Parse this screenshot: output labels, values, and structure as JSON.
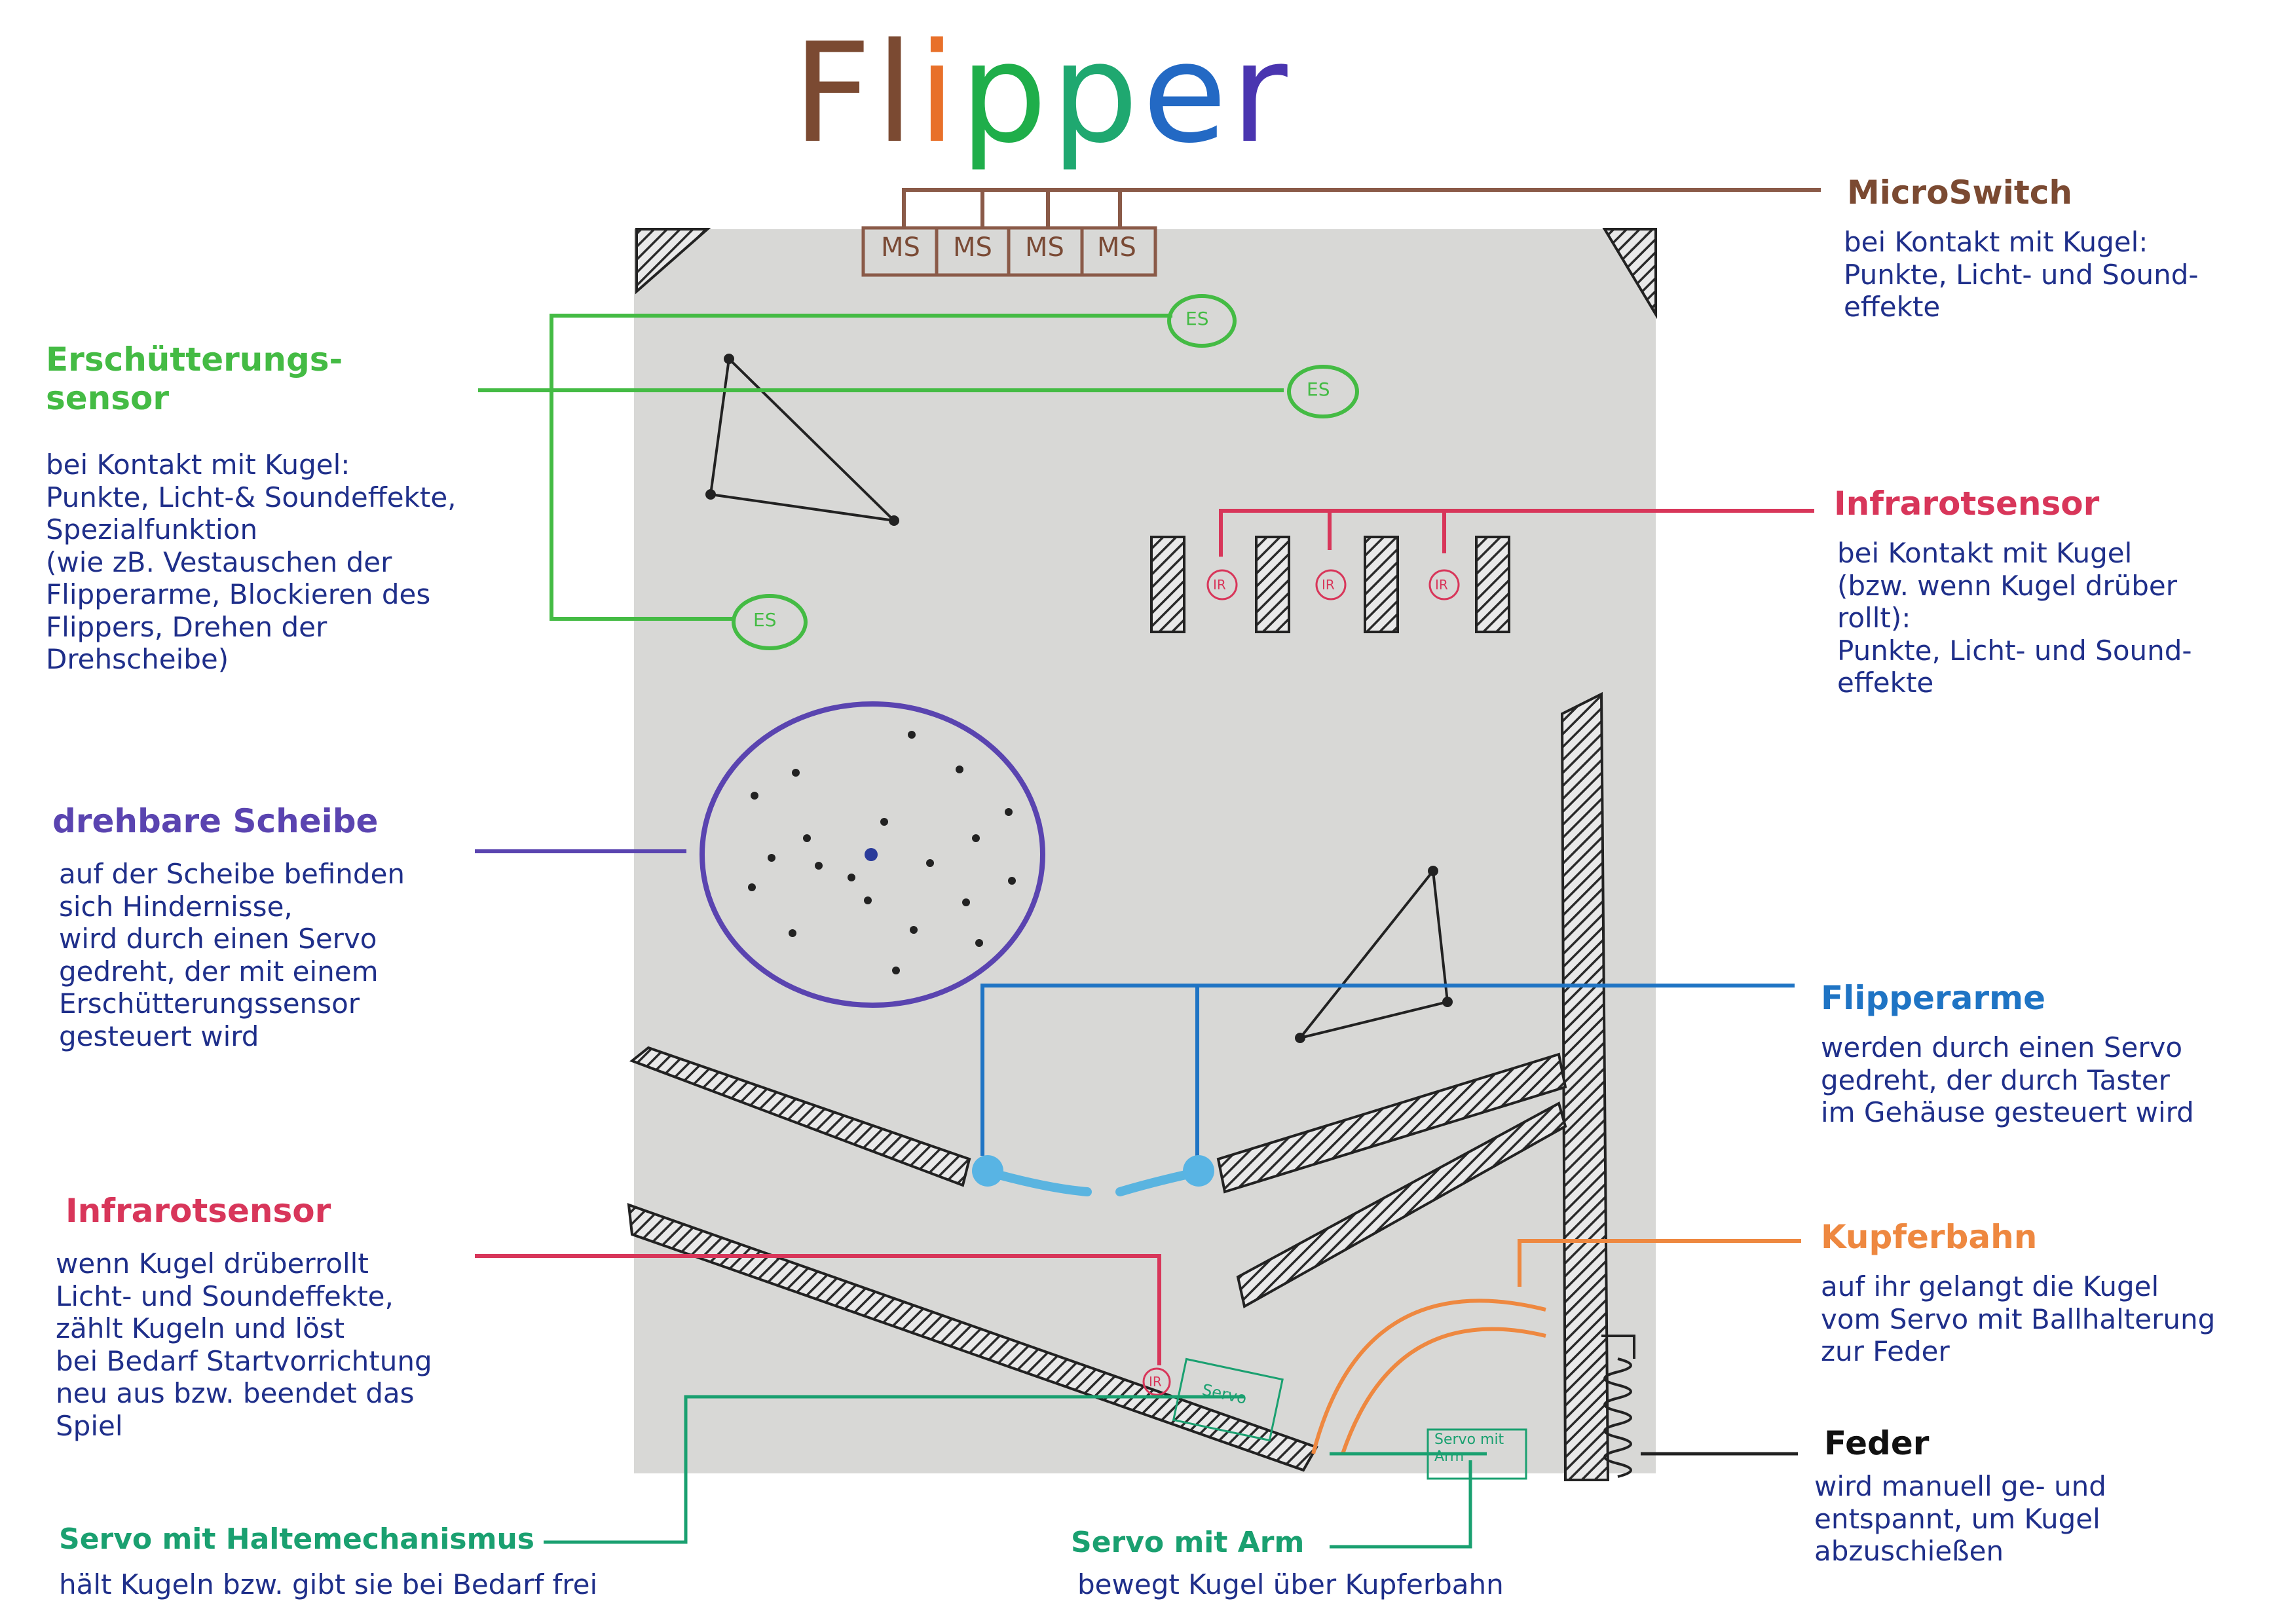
{
  "title": {
    "letters": [
      {
        "char": "F",
        "color": "#7b4a32"
      },
      {
        "char": "l",
        "color": "#7b4a32"
      },
      {
        "char": "i",
        "color": "#e8702a"
      },
      {
        "char": "p",
        "color": "#1fae4a"
      },
      {
        "char": "p",
        "color": "#1fa870"
      },
      {
        "char": "e",
        "color": "#2369c4"
      },
      {
        "char": "r",
        "color": "#4a35b0"
      }
    ]
  },
  "labels": {
    "microswitch": {
      "heading": "MicroSwitch",
      "body": "bei Kontakt mit Kugel:\nPunkte, Licht- und Sound-\neffekte"
    },
    "erschuetterung": {
      "heading": "Erschütterungs-\nsensor",
      "body": "bei Kontakt mit Kugel:\nPunkte, Licht-& Soundeffekte,\nSpezialfunktion\n(wie zB. Vestauschen der\nFlipperarme, Blockieren des\nFlippers, Drehen der\nDrehscheibe)"
    },
    "infrarot_top": {
      "heading": "Infrarotsensor",
      "body": "bei Kontakt mit Kugel\n(bzw. wenn Kugel drüber\nrollt):\nPunkte, Licht- und Sound-\neffekte"
    },
    "scheibe": {
      "heading": "drehbare Scheibe",
      "body": "auf der Scheibe befinden\nsich Hindernisse,\nwird durch einen Servo\ngedreht, der mit einem\nErschütterungssensor\ngesteuert wird"
    },
    "flipperarme": {
      "heading": "Flipperarme",
      "body": "werden durch einen Servo\ngedreht, der durch Taster\nim Gehäuse gesteuert wird"
    },
    "infrarot_bottom": {
      "heading": "Infrarotsensor",
      "body": "wenn Kugel drüberrollt\nLicht- und Soundeffekte,\nzählt Kugeln und löst\nbei Bedarf Startvorrichtung\nneu aus bzw. beendet das\nSpiel"
    },
    "kupferbahn": {
      "heading": "Kupferbahn",
      "body": "auf ihr gelangt die Kugel\nvom Servo mit Ballhalterung\nzur Feder"
    },
    "feder": {
      "heading": "Feder",
      "body": "wird manuell ge- und\nentspannt, um Kugel\nabzuschießen"
    },
    "servo_halte": {
      "heading": "Servo mit Haltemechanismus",
      "body": "hält Kugeln bzw. gibt sie bei Bedarf frei"
    },
    "servo_arm": {
      "heading": "Servo mit Arm",
      "body": "bewegt Kugel über Kupferbahn"
    }
  },
  "components": {
    "microswitch": [
      "MS",
      "MS",
      "MS",
      "MS"
    ],
    "es": [
      "ES",
      "ES",
      "ES"
    ],
    "ir": [
      "IR",
      "IR",
      "IR",
      "IR"
    ],
    "servo_box": "Servo",
    "servo_arm_box": "Servo mit\nArm"
  },
  "colors": {
    "microswitch": "#8a5a48",
    "erschuetterung": "#44bb44",
    "infrarot": "#d8365a",
    "scheibe": "#5a44b0",
    "flipperarme": "#1f74c4",
    "kupferbahn": "#ee8840",
    "feder": "#111111",
    "servo": "#1aa070",
    "body_text": "#1f2f8a",
    "board": "#d6d6d4",
    "hatch": "#2a2a2a"
  }
}
